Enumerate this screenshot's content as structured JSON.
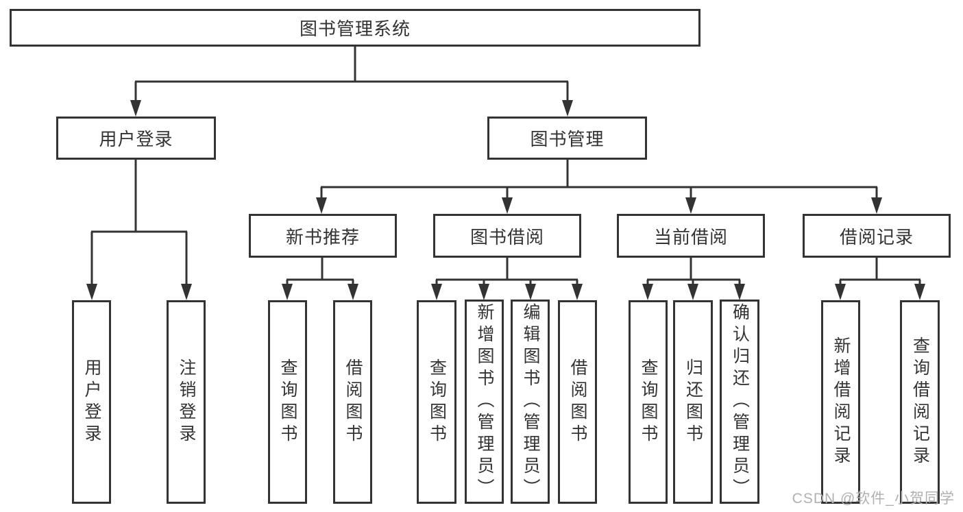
{
  "nodes": {
    "root": "图书管理系统",
    "group_user": "用户登录",
    "group_book": "图书管理",
    "cat_new_book": "新书推荐",
    "cat_borrow": "图书借阅",
    "cat_current": "当前借阅",
    "cat_records": "借阅记录",
    "leaf_user_login": "用户登录",
    "leaf_user_logout": "注销登录",
    "leaf_new_query": "查询图书",
    "leaf_new_borrow": "借阅图书",
    "leaf_bor_query": "查询图书",
    "leaf_bor_add": "新增图书（管理员）",
    "leaf_bor_edit": "编辑图书（管理员）",
    "leaf_bor_borrow": "借阅图书",
    "leaf_cur_query": "查询图书",
    "leaf_cur_return": "归还图书",
    "leaf_cur_confirm": "确认归还（管理员）",
    "leaf_rec_add": "新增借阅记录",
    "leaf_rec_query": "查询借阅记录"
  },
  "hierarchy": {
    "root": [
      "group_user",
      "group_book"
    ],
    "group_user": [
      "leaf_user_login",
      "leaf_user_logout"
    ],
    "group_book": [
      "cat_new_book",
      "cat_borrow",
      "cat_current",
      "cat_records"
    ],
    "cat_new_book": [
      "leaf_new_query",
      "leaf_new_borrow"
    ],
    "cat_borrow": [
      "leaf_bor_query",
      "leaf_bor_add",
      "leaf_bor_edit",
      "leaf_bor_borrow"
    ],
    "cat_current": [
      "leaf_cur_query",
      "leaf_cur_return",
      "leaf_cur_confirm"
    ],
    "cat_records": [
      "leaf_rec_add",
      "leaf_rec_query"
    ]
  },
  "watermark": {
    "text": "CSDN @软件_小贺同学"
  },
  "colors": {
    "line": "#333333",
    "box_border": "#333333",
    "text": "#333333",
    "background": "#ffffff",
    "watermark": "#b0b0b0"
  }
}
